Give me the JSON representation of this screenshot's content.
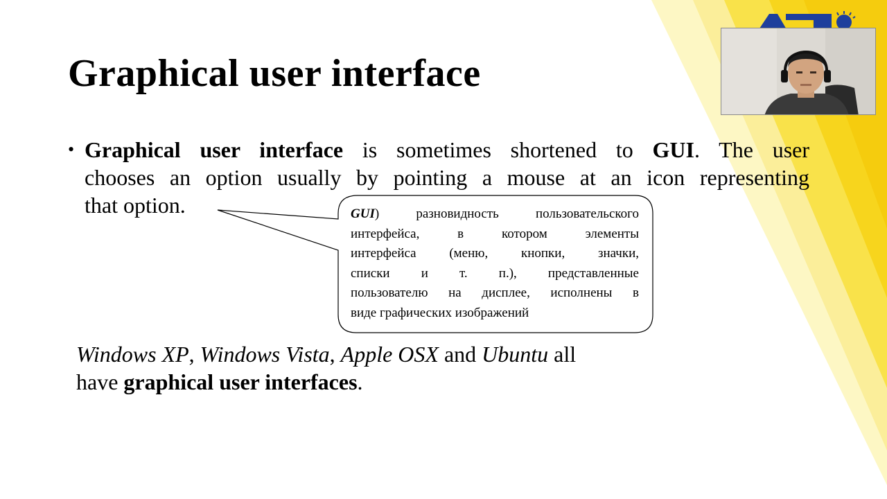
{
  "slide": {
    "title": "Graphical user interface",
    "bullet": {
      "line1": {
        "term": "Graphical user interface",
        "middle": " is sometimes shortened to ",
        "abbr": "GUI",
        "end": ". The user"
      },
      "line2": "chooses an option usually by pointing a mouse at an icon representing",
      "line3": "that option."
    },
    "callout": {
      "term": "GUI",
      "line1_rest": ") разновидность пользовательского",
      "line2": "интерфейса, в котором элементы",
      "line3": "интерфейса (меню, кнопки, значки,",
      "line4": "списки и т. п.), представленные",
      "line5": "пользователю на дисплее, исполнены в",
      "line6": "виде графических изображений"
    },
    "examples": {
      "os1": "Windows XP",
      "sep1": ", ",
      "os2": "Windows Vista",
      "sep2": ", ",
      "os3": "Apple OSX",
      "conj": " and ",
      "os4": "Ubuntu",
      "tail": " all",
      "line2_start": "have ",
      "line2_bold": "graphical user interfaces",
      "line2_end": "."
    }
  },
  "logo": {
    "icon": "university-logo-icon"
  },
  "webcam": {
    "icon": "presenter-video-icon"
  },
  "colors": {
    "accent_yellow": "#f7d51d",
    "light_yellow": "#fbee9a",
    "logo_blue": "#1e3f9c",
    "text": "#000000"
  }
}
